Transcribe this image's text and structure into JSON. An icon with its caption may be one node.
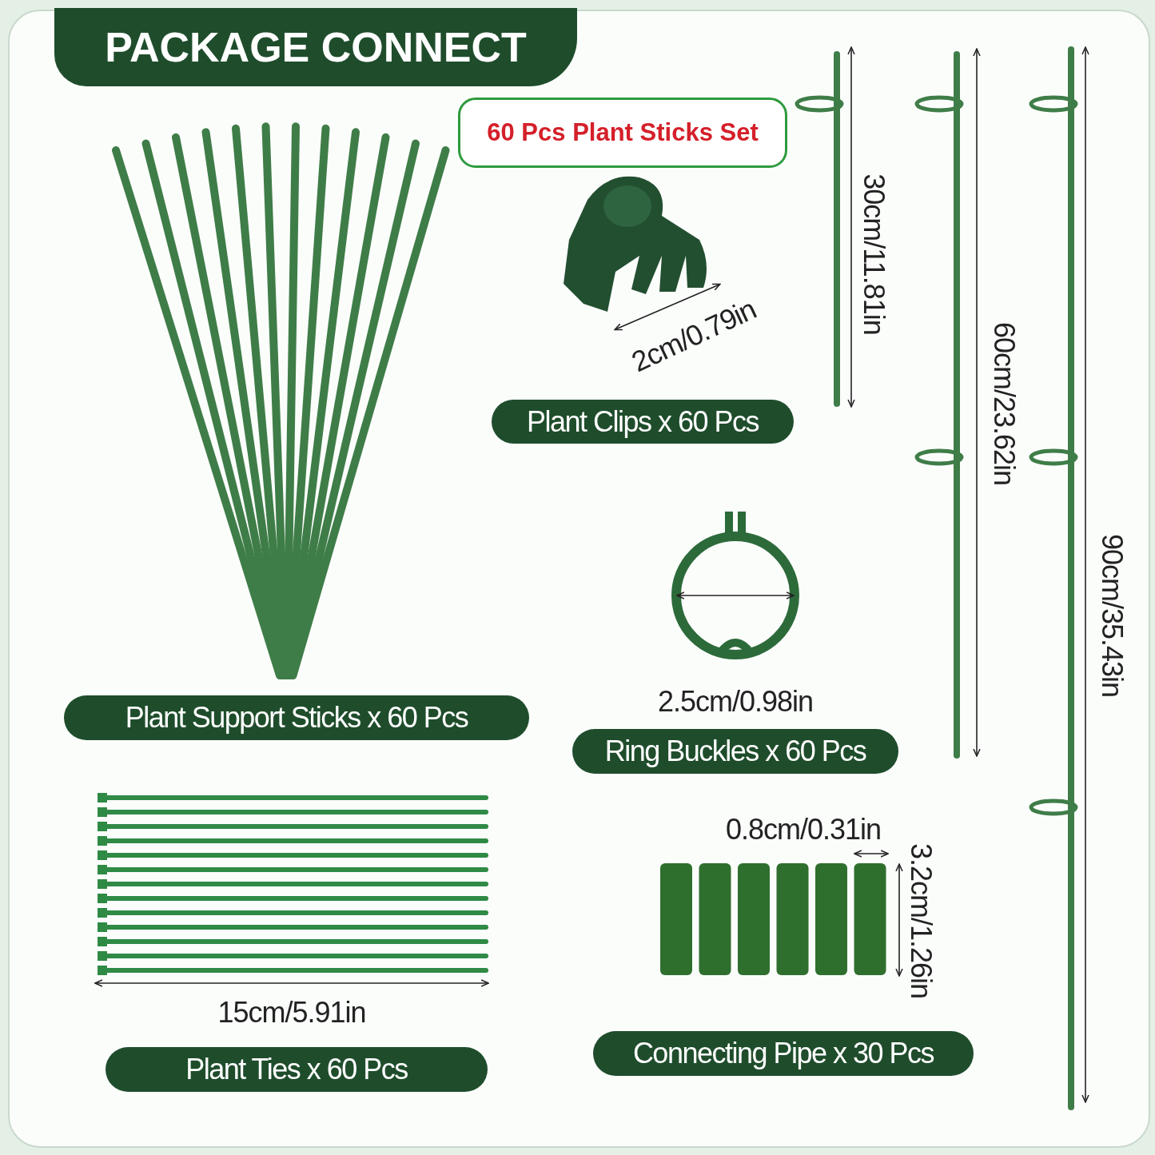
{
  "diagram": {
    "title": "PACKAGE CONNECT",
    "nodes": [
      {
        "text": [
          "60 Pcs Plant Sticks Set"
        ]
      },
      {
        "text": [
          "Plant Clips x 60 Pcs"
        ]
      },
      {
        "text": [
          "Plant Support Sticks x 60 Pcs"
        ]
      },
      {
        "text": [
          "Ring Buckles x 60 Pcs"
        ]
      },
      {
        "text": [
          "Plant Ties x 60 Pcs"
        ]
      },
      {
        "text": [
          "Connecting Pipe x 30 Pcs"
        ]
      }
    ],
    "labels": [
      "30cm/11.81in",
      "2cm/0.79in",
      "60cm/23.62in",
      "90cm/35.43in",
      "2.5cm/0.98in",
      "0.8cm/0.31in",
      "3.2cm/1.26in",
      "15cm/5.91in"
    ]
  }
}
